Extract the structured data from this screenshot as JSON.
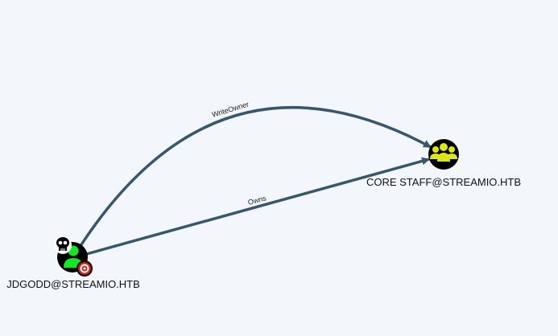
{
  "graph": {
    "nodes": {
      "user": {
        "label": "JDGODD@STREAMIO.HTB",
        "type": "user",
        "icon": "user-icon",
        "badges": [
          "skull-icon",
          "target-icon"
        ],
        "color": "#17e625"
      },
      "group": {
        "label": "CORE STAFF@STREAMIO.HTB",
        "type": "group",
        "icon": "group-icon",
        "color": "#dbe617"
      }
    },
    "edges": [
      {
        "label": "WriteOwner",
        "from": "JDGODD@STREAMIO.HTB",
        "to": "CORE STAFF@STREAMIO.HTB"
      },
      {
        "label": "Owns",
        "from": "JDGODD@STREAMIO.HTB",
        "to": "CORE STAFF@STREAMIO.HTB"
      }
    ],
    "edge_color": "#37576a",
    "background": "#f3f6fb"
  }
}
